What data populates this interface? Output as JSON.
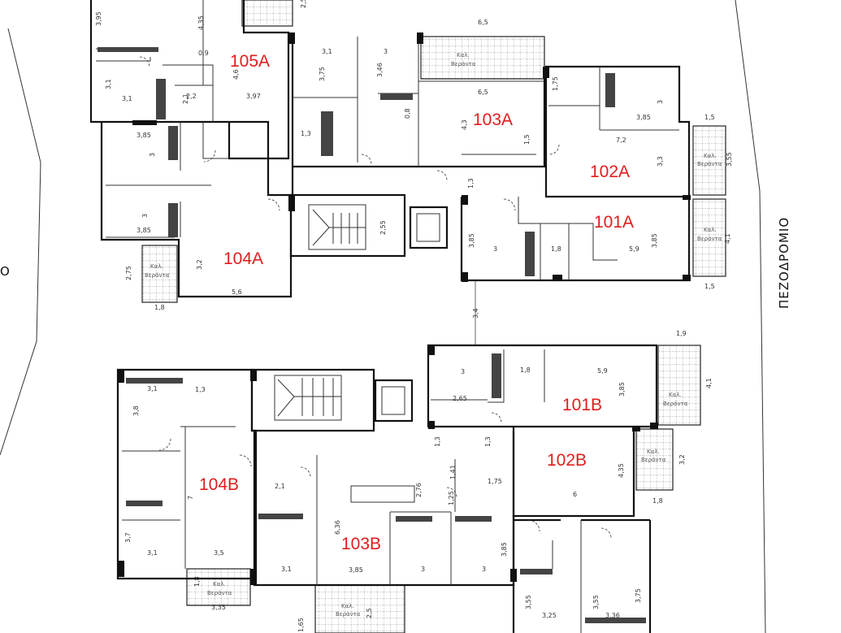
{
  "units": [
    "105A",
    "104A",
    "103A",
    "102A",
    "101A",
    "101B",
    "102B",
    "104B",
    "103B"
  ],
  "balcony_label": [
    "Καλ.",
    "Βεράντα"
  ],
  "street_label": "ΠΕΖΟΔΡΟΜΙΟ",
  "edge_label": "Ο",
  "dimensions_a": [
    "3,95",
    "4,35",
    "0,9",
    "4,6",
    "3,1",
    "3,1",
    "2,2",
    "2,1",
    "3,97",
    "3,85",
    "3",
    "3",
    "3,85",
    "3,2",
    "5,6",
    "2,75",
    "1,8",
    "3,1",
    "3,75",
    "1,3",
    "3",
    "3,46",
    "0,8",
    "2,55",
    "6,5",
    "6,5",
    "4,3",
    "1,5",
    "1,3",
    "1,75",
    "3",
    "3,85",
    "7,2",
    "3,3",
    "1,5",
    "3,55",
    "3,85",
    "3",
    "1,8",
    "5,9",
    "3,85",
    "4,1",
    "1,5",
    "3,4",
    "2,5"
  ],
  "dimensions_b": [
    "1,9",
    "3",
    "1,8",
    "5,9",
    "3,85",
    "4,1",
    "2,65",
    "1,3",
    "1,3",
    "3,1",
    "1,3",
    "3,8",
    "2,1",
    "3,7",
    "3,1",
    "3,5",
    "7",
    "3,1",
    "3,85",
    "6,36",
    "2,76",
    "1,41",
    "1,25",
    "1,75",
    "3",
    "3",
    "3,85",
    "4,35",
    "6",
    "3,2",
    "1,8",
    "3,35",
    "1,8",
    "1,65",
    "2,5",
    "3,55",
    "3,25",
    "3,55",
    "3,36",
    "3,75"
  ],
  "colors": {
    "unit_label": "#e11d1d",
    "walls": "#111111"
  }
}
